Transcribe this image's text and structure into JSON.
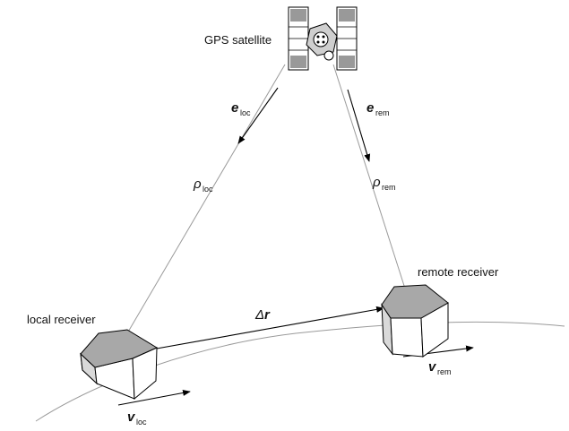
{
  "labels": {
    "satellite": "GPS satellite",
    "local_receiver": "local receiver",
    "remote_receiver": "remote receiver"
  },
  "symbols": {
    "e_loc": {
      "main": "e",
      "sub": "loc"
    },
    "e_rem": {
      "main": "e",
      "sub": "rem"
    },
    "rho_loc": {
      "main": "ρ",
      "sub": "loc"
    },
    "rho_rem": {
      "main": "ρ",
      "sub": "rem"
    },
    "delta_r": {
      "main": "r",
      "prefix": "Δ"
    },
    "v_loc": {
      "main": "v",
      "sub": "loc"
    },
    "v_rem": {
      "main": "v",
      "sub": "rem"
    }
  },
  "colors": {
    "receiver_top": "#a8a8a8",
    "receiver_left": "#d9d9d9",
    "receiver_right": "#ffffff",
    "line": "#9a9a9a"
  }
}
